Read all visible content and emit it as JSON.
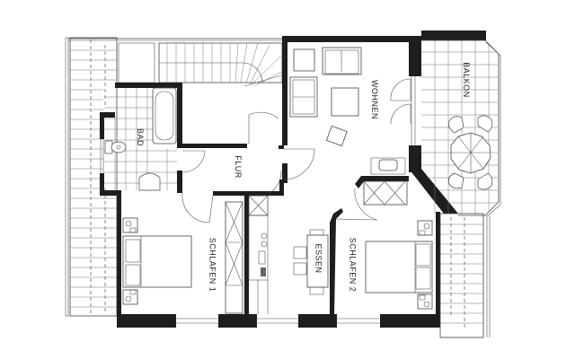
{
  "drawing": {
    "type": "floor plan",
    "rooms": {
      "bad": "BAD",
      "flur": "FLUR",
      "wohnen": "WOHNEN",
      "balkon": "BALKON",
      "essen": "ESSEN",
      "schlafen1": "SCHLAFEN 1",
      "schlafen2": "SCHLAFEN 2"
    },
    "colors": {
      "wall": "#1e1e1e",
      "line": "#444444",
      "background": "#ffffff"
    }
  }
}
